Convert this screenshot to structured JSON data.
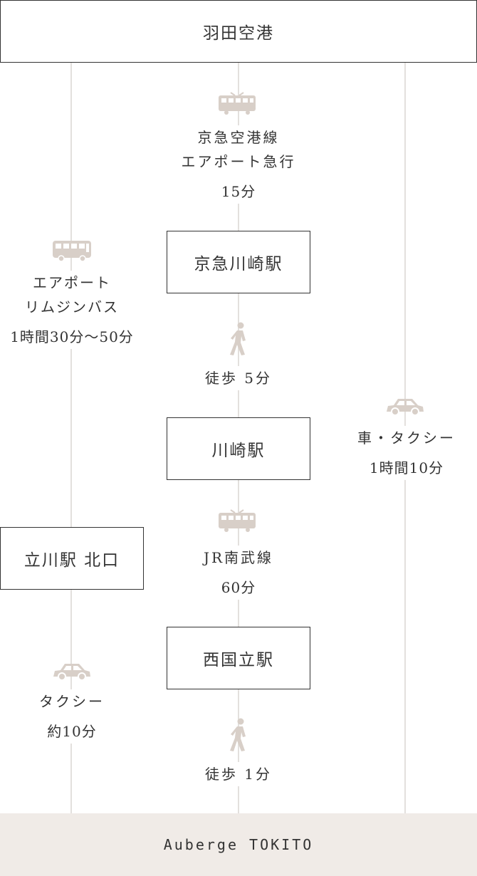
{
  "start": "羽田空港",
  "end": "Auberge TOKITO",
  "left_route": {
    "segment1": {
      "lines": [
        "エアポート",
        "リムジンバス"
      ],
      "time": "1時間30分〜50分",
      "icon": "bus-icon"
    },
    "station": "立川駅 北口",
    "segment2": {
      "lines": [
        "タクシー"
      ],
      "time": "約10分",
      "icon": "car-icon"
    }
  },
  "center_route": {
    "segment1": {
      "lines": [
        "京急空港線",
        "エアポート急行"
      ],
      "time": "15分",
      "icon": "train-icon"
    },
    "station1": "京急川崎駅",
    "segment2": {
      "text": "徒歩 5分",
      "icon": "walk-icon"
    },
    "station2": "川崎駅",
    "segment3": {
      "lines": [
        "JR南武線"
      ],
      "time": "60分",
      "icon": "train-icon"
    },
    "station3": "西国立駅",
    "segment4": {
      "text": "徒歩 1分",
      "icon": "walk-icon"
    }
  },
  "right_route": {
    "segment1": {
      "lines": [
        "車・タクシー"
      ],
      "time": "1時間10分",
      "icon": "car-icon"
    }
  },
  "colors": {
    "line": "#e3e0dd",
    "icon": "#d8cfc8",
    "footer_bg": "#f0ebe7",
    "border": "#333333"
  }
}
